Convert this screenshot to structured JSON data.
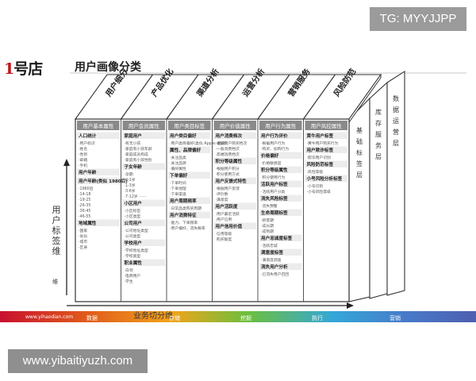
{
  "badges": {
    "telegram": "TG: MYYJJPP",
    "website": "www.yibaitiyuzh.com"
  },
  "logo": {
    "part1": "1",
    "part2": "号店"
  },
  "title": "用户画像分类",
  "axes": {
    "y_label": "用户标签维",
    "x_label": "业务切分维",
    "y_small": "维"
  },
  "columns": [
    {
      "top": "用户细分",
      "header": "用户基本属性",
      "items": [
        "人口统计",
        "·用户标识",
        "·姓名",
        "·性别",
        "·邮箱",
        "·手机",
        "用户年龄",
        "用户年龄(类似 1980后)",
        "·1960后",
        "·14-18",
        "·19-25",
        "·26-35",
        "·36-45",
        "·46-55",
        "地域属性",
        "·国家",
        "·省份",
        "·城市",
        "·区县"
      ]
    },
    {
      "top": "产品优化",
      "header": "用户会员属性",
      "items": [
        "家庭用户",
        "·有无小孩",
        "·家庭有小孩年龄",
        "·家庭成员构成",
        "·家庭有小孩性别",
        "子女年龄",
        "·孕期",
        "·0-1岁",
        "·1-3岁",
        "·3-6岁",
        "·7-12岁 ······",
        "小区用户",
        "·小区标签",
        "·小区类型",
        "公司用户",
        "·公司地址类型",
        "·公司类型",
        "学校用户",
        "·学校地址类型",
        "·学校类型",
        "职业属性",
        "·白领",
        "·电商用户",
        "·学生"
      ]
    },
    {
      "top": "渠道分析",
      "header": "用户类目标签",
      "items": [
        "用户类目偏好",
        "·用户类目偏好(类似 Apple: 品牌)",
        "属性、品牌偏好",
        "·关注品类",
        "·关注品牌",
        "·偏好属性",
        "下单偏好",
        "·下单时间",
        "·下单地理",
        "·下单渠道",
        "用户周期频率",
        "·日常品类购买周期",
        "用户消费特征",
        "·能力、下单频率",
        "·用户偏好、流失概率"
      ]
    },
    {
      "top": "运营分析",
      "header": "用户价值属性",
      "items": [
        "用户消费档次",
        "·根据用户购买档次",
        "·一般消费档次",
        "·高端消费档次",
        "积分等级属性",
        "·根据用户积分",
        "·积分使用方式",
        "用户反馈式特性",
        "·根据用户反馈",
        "·评价数",
        "·满意度",
        "用户活跃度",
        "·用户最近活跃",
        "·用户信用",
        "用户信用价值",
        "·信用等级",
        "·购买额度"
      ]
    },
    {
      "top": "营销服务",
      "header": "用户行为属性",
      "items": [
        "用户行为评价",
        "·根据用户行为",
        "·购买、加购行为",
        "价格偏好",
        "·价格敏感度",
        "积分等级属性",
        "·积分使用行为",
        "活跃用户标签",
        "·活跃用户分类",
        "流失风险标签",
        "·流失预警",
        "生命周期标签",
        "·新客期",
        "·成长期",
        "·成熟期",
        "用户忠诚度标签",
        "·活跃忠诚",
        "满意度标签",
        "·满意度调查",
        "流失用户分析",
        "·已流失用户召回"
      ]
    },
    {
      "top": "风险防范",
      "header": "用户风控属性",
      "items": [
        "黄牛用户标签",
        "·黄牛用户购买行为",
        "用户欺诈标签",
        "·欺诈用户识别",
        "风险防范标签",
        "·风险等级",
        "小号风险分析标签",
        "·小号识别",
        "·小号风险等级"
      ]
    }
  ],
  "back_layers": [
    "基础标签层",
    "库存服务层",
    "数据运营层"
  ],
  "stages": [
    "数据",
    "存储",
    "挖掘",
    "执行",
    "营销"
  ],
  "url_text": "www.yihaodian.com"
}
